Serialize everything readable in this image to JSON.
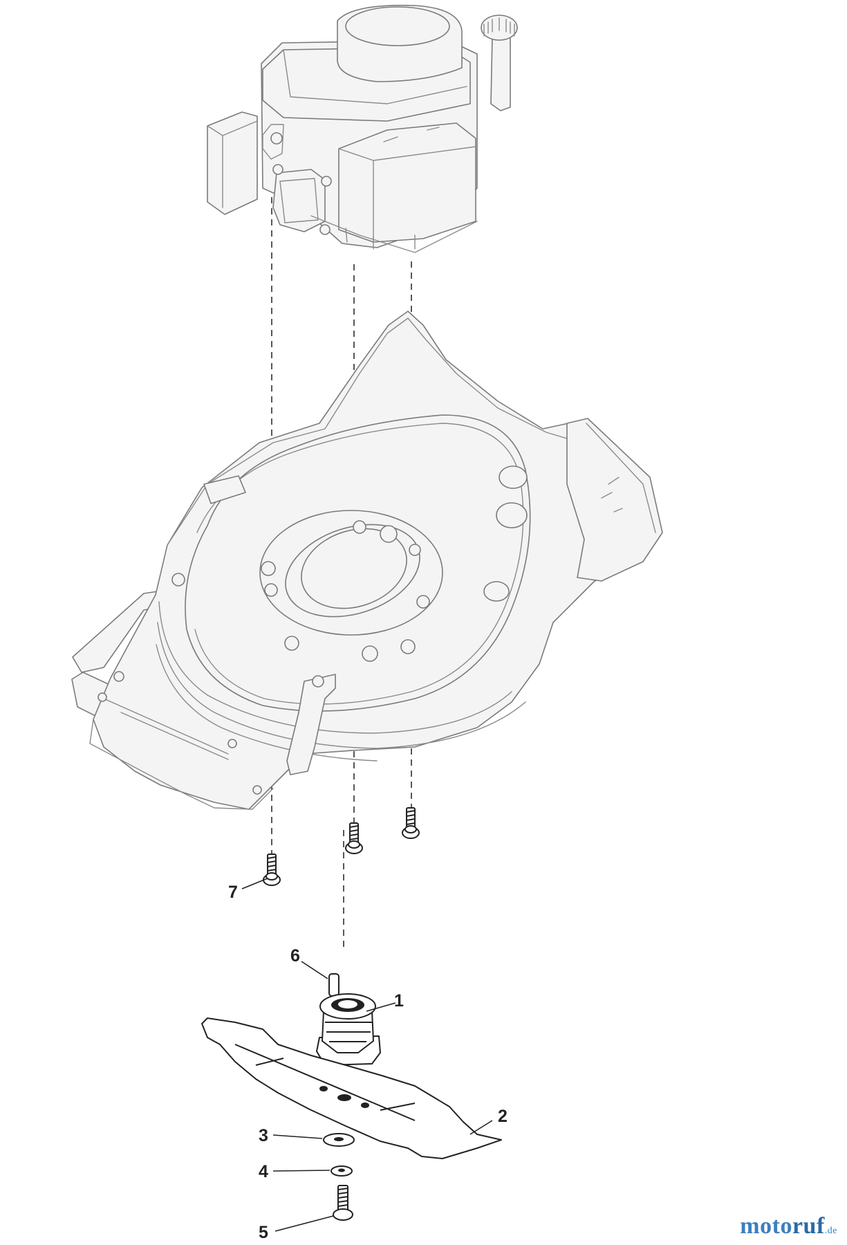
{
  "diagram": {
    "callouts": {
      "p1": "1",
      "p2": "2",
      "p3": "3",
      "p4": "4",
      "p5": "5",
      "p6": "6",
      "p7": "7"
    }
  },
  "watermark": {
    "brand_a": "moto",
    "brand_b": "ruf",
    "tld": ".de",
    "colors": {
      "primary": "#3d7fbf",
      "secondary": "#2a6aa6"
    }
  }
}
